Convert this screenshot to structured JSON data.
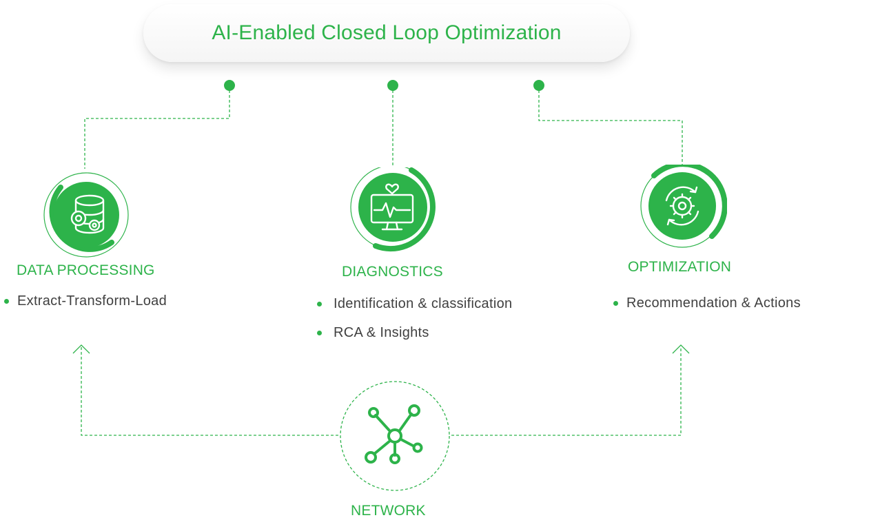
{
  "title": "AI-Enabled Closed Loop Optimization",
  "colors": {
    "accent": "#2db34a",
    "text": "#404040"
  },
  "stages": [
    {
      "name": "DATA PROCESSING",
      "icon": "database-gears-icon",
      "bullets": [
        "Extract-Transform-Load"
      ]
    },
    {
      "name": "DIAGNOSTICS",
      "icon": "monitor-heartbeat-icon",
      "bullets": [
        "Identification & classification",
        "RCA & Insights"
      ]
    },
    {
      "name": "OPTIMIZATION",
      "icon": "gear-cycle-icon",
      "bullets": [
        "Recommendation & Actions"
      ]
    }
  ],
  "network": {
    "label": "NETWORK",
    "icon": "network-nodes-icon"
  }
}
